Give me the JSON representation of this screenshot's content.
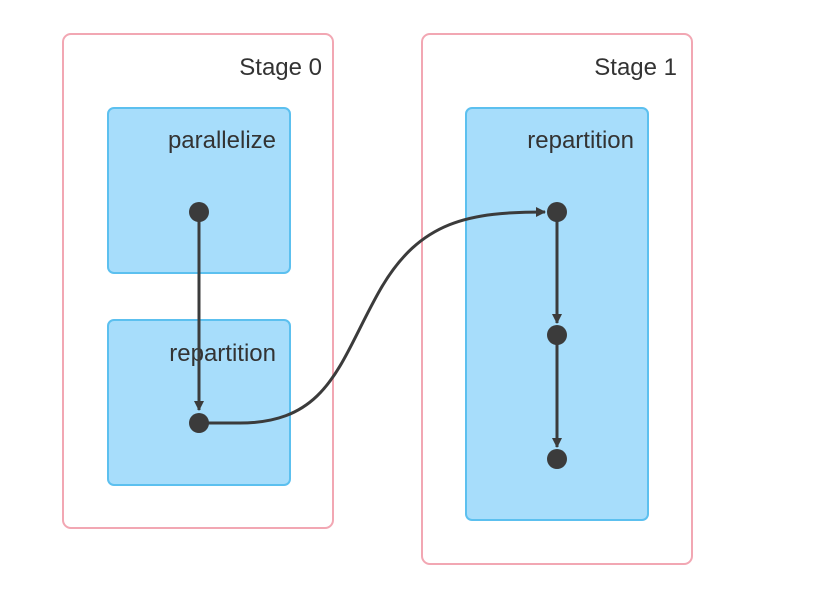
{
  "stages": [
    {
      "title": "Stage 0",
      "operations": [
        {
          "name": "parallelize"
        },
        {
          "name": "repartition"
        }
      ]
    },
    {
      "title": "Stage 1",
      "operations": [
        {
          "name": "repartition"
        }
      ]
    }
  ],
  "colors": {
    "stage_border": "#f2a7b3",
    "op_fill": "#a7ddfb",
    "op_border": "#5cc0ef",
    "node_and_edge": "#3b3b3b",
    "text": "#333333"
  }
}
